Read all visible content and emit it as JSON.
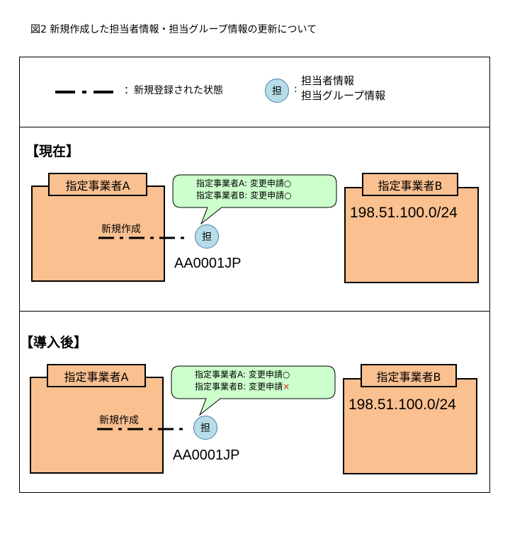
{
  "figure_title": "図2  新規作成した担当者情報・担当グループ情報の更新について",
  "legend": {
    "line_label": "：新規登録された状態",
    "circle_char": "担",
    "circle_colon": ":",
    "desc_line1": "担当者情報",
    "desc_line2": "担当グループ情報"
  },
  "current": {
    "title": "【現在】",
    "business_a": "指定事業者A",
    "business_b": "指定事業者B",
    "ip": "198.51.100.0/24",
    "new_label": "新規作成",
    "handle": "AA0001JP",
    "circle_char": "担",
    "bubble_line1": "指定事業者A: 変更申請",
    "bubble_mark1": "○",
    "bubble_line2": "指定事業者B: 変更申請",
    "bubble_mark2": "○"
  },
  "after": {
    "title": "【導入後】",
    "business_a": "指定事業者A",
    "business_b": "指定事業者B",
    "ip": "198.51.100.0/24",
    "new_label": "新規作成",
    "handle": "AA0001JP",
    "circle_char": "担",
    "bubble_line1": "指定事業者A: 変更申請",
    "bubble_mark1": "○",
    "bubble_line2": "指定事業者B: 変更申請",
    "bubble_mark2": "×"
  },
  "colors": {
    "box_fill": "#fac090",
    "bubble_fill": "#ccffcc",
    "circle_fill": "#b7dde8",
    "deny_mark": "#e02020"
  }
}
